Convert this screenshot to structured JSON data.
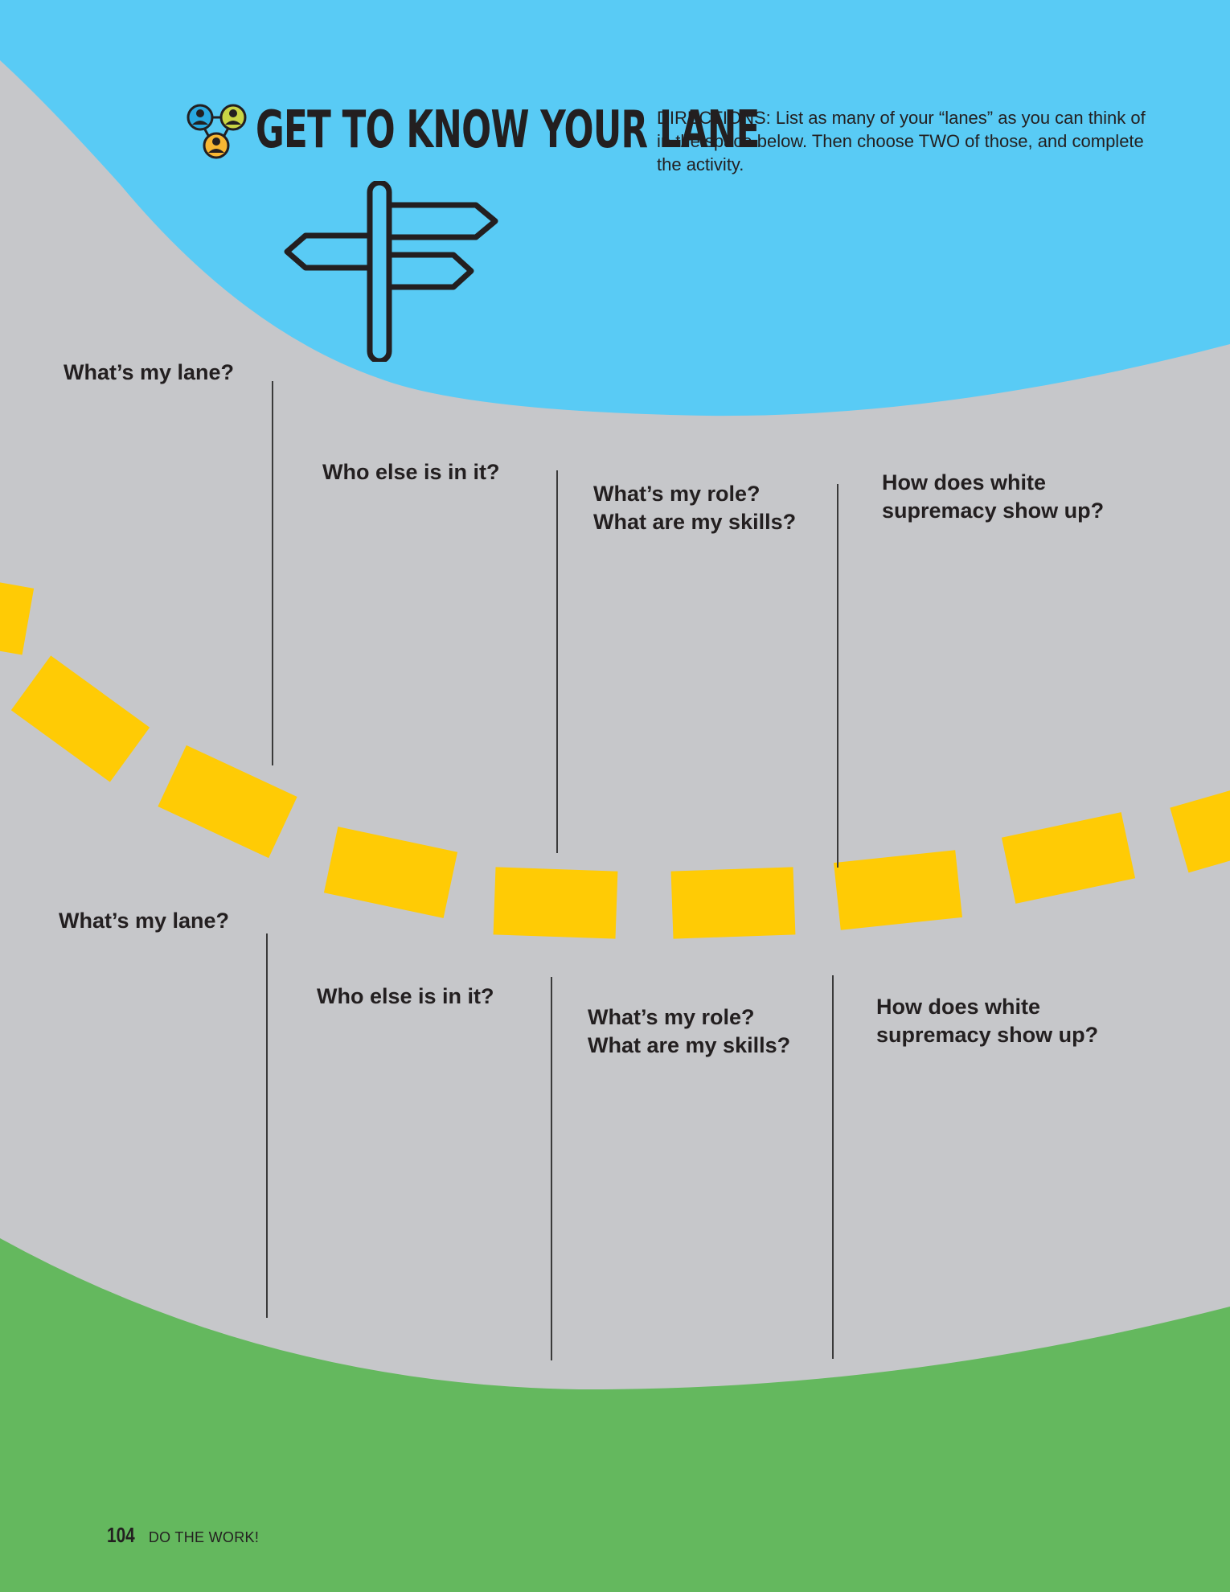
{
  "header": {
    "icon": "people-network-icon",
    "title": "GET TO KNOW YOUR LANE",
    "directions": "DIRECTIONS: List as many of your “lanes” as you can think of in the space below. Then choose TWO of those, and complete the activity."
  },
  "illustration": {
    "icon": "signpost-icon"
  },
  "sections": [
    {
      "lane_label": "What’s my lane?",
      "who_else_label": "Who else is in it?",
      "role_label_line1": "What’s my role?",
      "role_label_line2": "What are my skills?",
      "supremacy_label_line1": "How does white",
      "supremacy_label_line2": "supremacy show up?"
    },
    {
      "lane_label": "What’s my lane?",
      "who_else_label": "Who else is in it?",
      "role_label_line1": "What’s my role?",
      "role_label_line2": "What are my skills?",
      "supremacy_label_line1": "How does white",
      "supremacy_label_line2": "supremacy show up?"
    }
  ],
  "colors": {
    "sky": "#59cbf5",
    "road": "#c6c7ca",
    "grass": "#64b85e",
    "lane_dash": "#ffcb05",
    "ink": "#231f20"
  },
  "footer": {
    "page_number": "104",
    "book_title": "DO THE WORK!"
  }
}
